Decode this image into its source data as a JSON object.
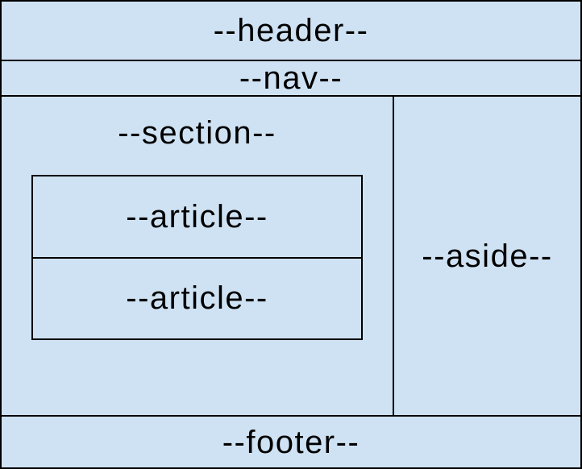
{
  "diagram": {
    "background_color": "#cfe2f3",
    "border_color": "#000000",
    "regions": {
      "header": {
        "label": "--header--"
      },
      "nav": {
        "label": "--nav--"
      },
      "section": {
        "label": "--section--",
        "articles": [
          {
            "label": "--article--"
          },
          {
            "label": "--article--"
          }
        ]
      },
      "aside": {
        "label": "--aside--"
      },
      "footer": {
        "label": "--footer--"
      }
    }
  }
}
